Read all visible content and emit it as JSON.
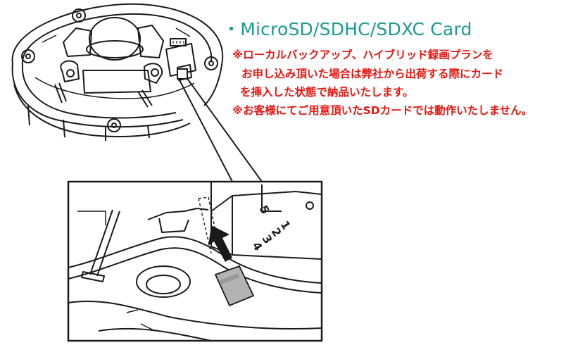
{
  "title": "・MicroSD/SDHC/SDXC Card",
  "notes": [
    "※ローカルバックアップ、ハイブリッド録画プランを",
    "お申し込み頂いた場合は弊社から出荷する際にカード",
    "を挿入した状態で納品いたします。",
    "※お客様にてご用意頂いたSDカードでは動作いたしません。"
  ],
  "colors": {
    "title": "#1a9a92",
    "notes": "#e8150f",
    "line": "#1a1a1a",
    "card": "#b3b3b3"
  },
  "detail_labels": [
    "1",
    "2",
    "3",
    "4",
    "5"
  ]
}
